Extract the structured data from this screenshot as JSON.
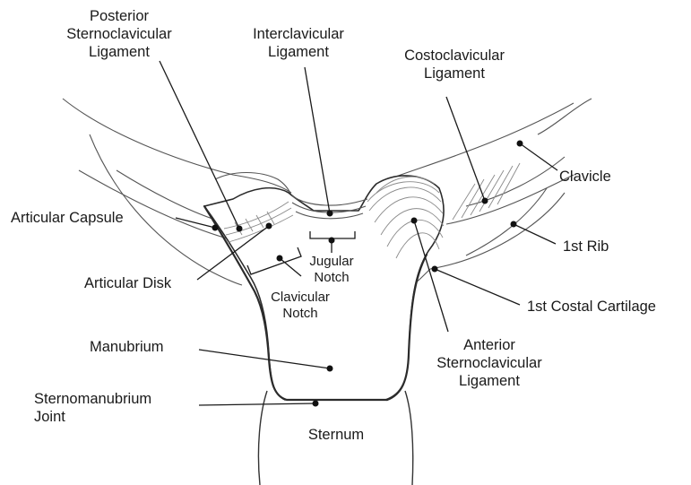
{
  "labels": {
    "posterior_sc_ligament": "Posterior\nSternoclavicular\nLigament",
    "interclavicular_ligament": "Interclavicular\nLigament",
    "costoclavicular_ligament": "Costoclavicular\nLigament",
    "clavicle": "Clavicle",
    "articular_capsule": "Articular Capsule",
    "first_rib": "1st Rib",
    "jugular_notch": "Jugular\nNotch",
    "articular_disk": "Articular Disk",
    "clavicular_notch": "Clavicular\nNotch",
    "first_costal_cartilage": "1st Costal Cartilage",
    "manubrium": "Manubrium",
    "anterior_sc_ligament": "Anterior\nSternoclavicular\nLigament",
    "sternomanubrium_joint": "Sternomanubrium\nJoint",
    "sternum": "Sternum"
  }
}
